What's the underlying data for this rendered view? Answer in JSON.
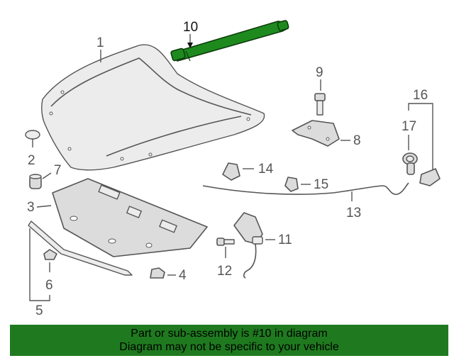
{
  "callouts": {
    "c1": "1",
    "c2": "2",
    "c3": "3",
    "c4": "4",
    "c5": "5",
    "c6": "6",
    "c7": "7",
    "c8": "8",
    "c9": "9",
    "c10": "10",
    "c11": "11",
    "c12": "12",
    "c13": "13",
    "c14": "14",
    "c15": "15",
    "c16": "16",
    "c17": "17"
  },
  "highlight": {
    "part_number": "10",
    "color": "#1e8a1e"
  },
  "banner": {
    "line1": "Part or sub-assembly is #10 in diagram",
    "line2": "Diagram may not be specific to your vehicle",
    "background": "#1f7a1f"
  }
}
